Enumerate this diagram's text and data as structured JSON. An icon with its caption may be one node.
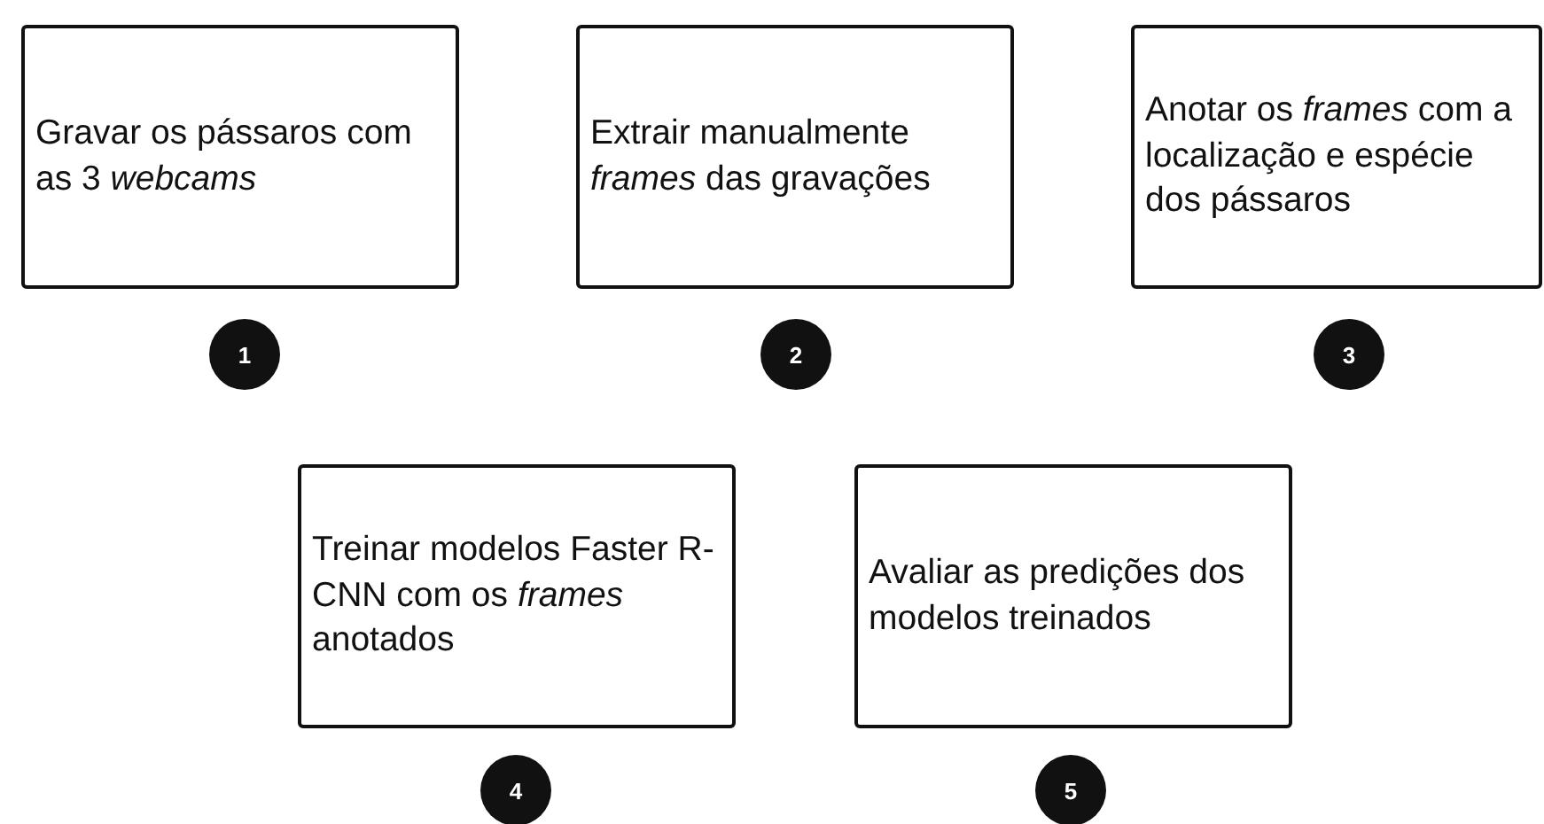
{
  "diagram": {
    "nodes": [
      {
        "text": [
          "Gravar os pássaros com as 3 *webcams*"
        ]
      },
      {
        "text": [
          "Extrair manualmente *frames* das gravações"
        ]
      },
      {
        "text": [
          "Anotar os *frames* com a localização e espécie dos pássaros"
        ]
      },
      {
        "text": [
          "Treinar modelos Faster R-CNN com os *frames* anotados"
        ]
      },
      {
        "text": [
          "Avaliar as predições dos modelos treinados"
        ]
      },
      {
        "text": [
          "1"
        ]
      },
      {
        "text": [
          "2"
        ]
      },
      {
        "text": [
          "3"
        ]
      },
      {
        "text": [
          "4"
        ]
      },
      {
        "text": [
          "5"
        ]
      }
    ]
  }
}
